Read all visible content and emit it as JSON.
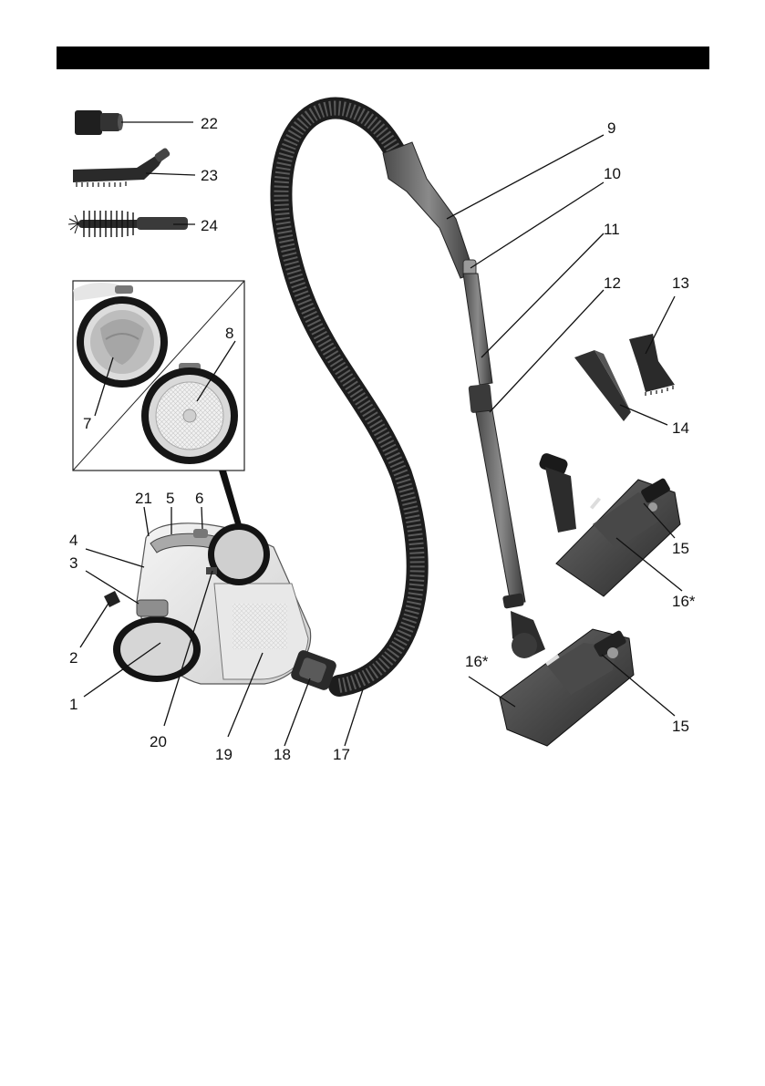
{
  "header": {
    "color": "#000000"
  },
  "callouts": {
    "c1": "1",
    "c2": "2",
    "c3": "3",
    "c4": "4",
    "c5": "5",
    "c6": "6",
    "c7": "7",
    "c8": "8",
    "c9": "9",
    "c10": "10",
    "c11": "11",
    "c12": "12",
    "c13": "13",
    "c14": "14",
    "c15a": "15",
    "c15b": "15",
    "c16a": "16*",
    "c16b": "16*",
    "c17": "17",
    "c18": "18",
    "c19": "19",
    "c20": "20",
    "c21": "21",
    "c22": "22",
    "c23": "23",
    "c24": "24"
  }
}
